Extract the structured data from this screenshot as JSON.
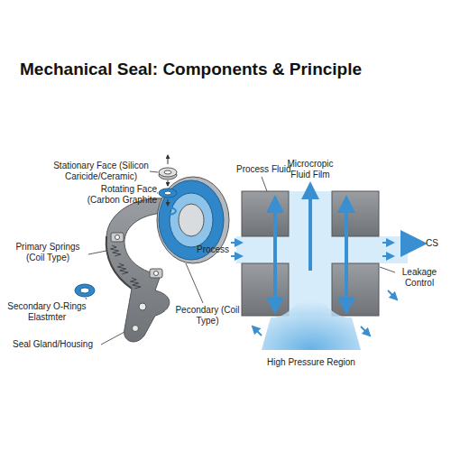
{
  "diagram": {
    "title": "Mechanical Seal: Components & Principle",
    "labels": [
      "Stationary Face (Silicon Caricide/Ceramic)",
      "Rotating Face (Carbon Graphite",
      "Primary Springs (Coil Type)",
      "Secondary O-Rings Elastmter",
      "Seal Gland/Housing",
      "Pecondary (Coil Type)",
      "Process Fluid",
      "Microcropic Fluid Film",
      "Process",
      "CS",
      "Leakage Control",
      "High Pressure Region"
    ]
  }
}
